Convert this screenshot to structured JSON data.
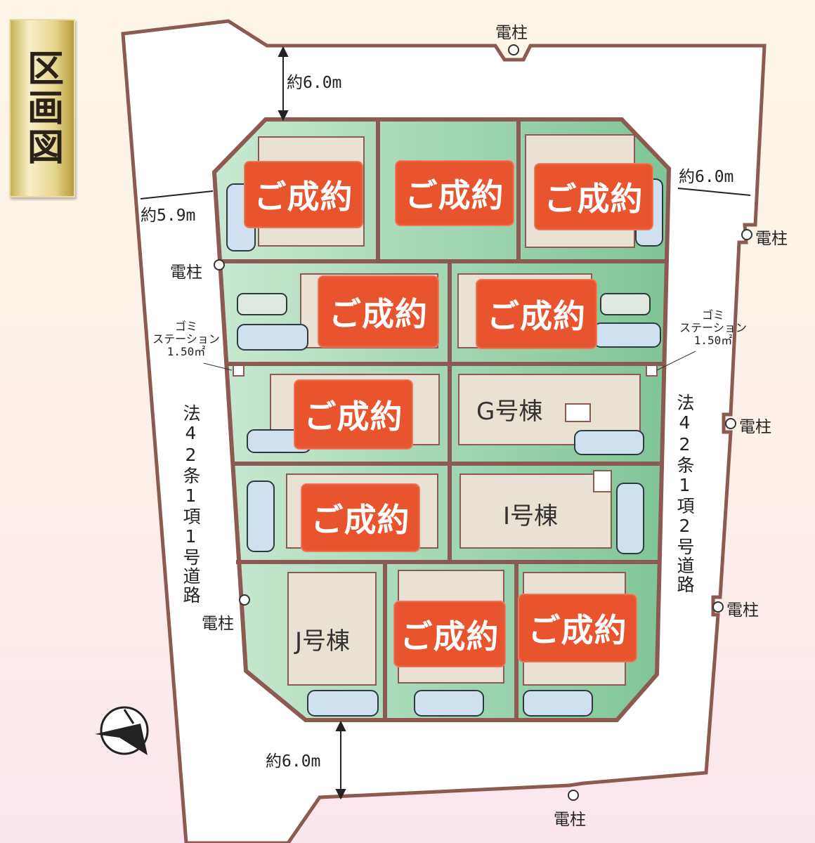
{
  "title": "区画図",
  "utility_pole": "電柱",
  "dimensions": {
    "top": "約6.0m",
    "left": "約5.9m",
    "right": "約6.0m",
    "bottom": "約6.0m"
  },
  "garbage_station": {
    "line1": "ゴミ",
    "line2": "ステーション",
    "area": "1.50㎡"
  },
  "roads": {
    "left": "法42条1項1号道路",
    "right": "法42条1項2号道路"
  },
  "sold_badge": "ご成約",
  "lots": {
    "g": "G号棟",
    "i": "I号棟",
    "j": "J号棟"
  },
  "colors": {
    "lot_green": "#a9d9b8",
    "boundary": "#8c5a50",
    "sold": "#e8542e",
    "building": "#e9e1d3"
  }
}
